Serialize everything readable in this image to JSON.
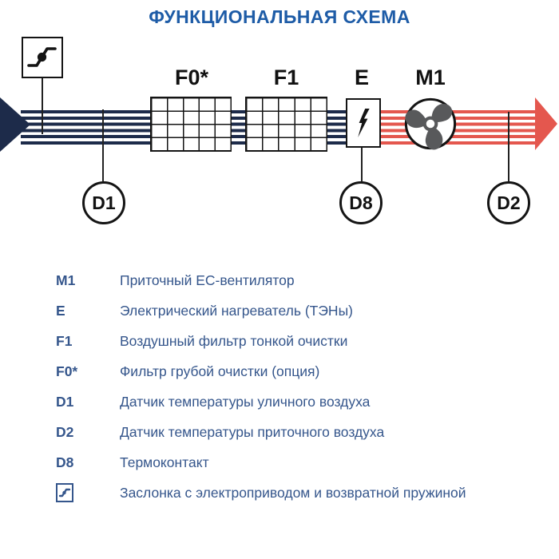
{
  "title": "ФУНКЦИОНАЛЬНАЯ СХЕМА",
  "colors": {
    "title_blue": "#1e5ca7",
    "legend_blue": "#35568c",
    "airflow_intake_navy": "#1d2b4a",
    "airflow_supply_red": "#e4574e",
    "fan_gray": "#58595b"
  },
  "diagram": {
    "components": {
      "f0_label": "F0*",
      "f1_label": "F1",
      "heater_label": "E",
      "fan_label": "M1"
    },
    "sensors": {
      "d1_label": "D1",
      "d8_label": "D8",
      "d2_label": "D2"
    }
  },
  "legend": {
    "items": [
      {
        "key": "M1",
        "desc": "Приточный EC-вентилятор"
      },
      {
        "key": "E",
        "desc": "Электрический нагреватель (ТЭНы)"
      },
      {
        "key": "F1",
        "desc": "Воздушный фильтр тонкой очистки"
      },
      {
        "key": "F0*",
        "desc": "Фильтр грубой очистки (опция)"
      },
      {
        "key": "D1",
        "desc": "Датчик температуры уличного воздуха"
      },
      {
        "key": "D2",
        "desc": "Датчик температуры приточного воздуха"
      },
      {
        "key": "D8",
        "desc": "Термоконтакт"
      },
      {
        "key": "damper-icon",
        "desc": "Заслонка с электроприводом и возвратной пружиной"
      }
    ]
  }
}
